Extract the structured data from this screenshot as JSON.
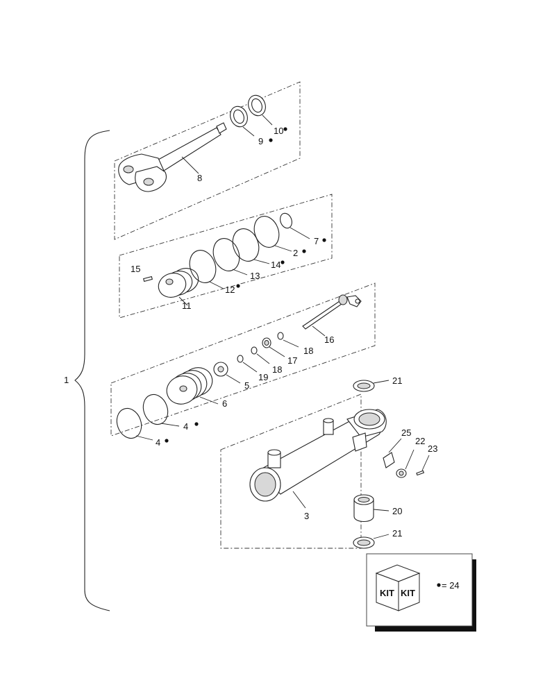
{
  "callouts": {
    "c1": "1",
    "c2": "2",
    "c3": "3",
    "c4a": "4",
    "c4b": "4",
    "c5": "5",
    "c6": "6",
    "c7": "7",
    "c8": "8",
    "c9": "9",
    "c10": "10",
    "c11": "11",
    "c12": "12",
    "c13": "13",
    "c14": "14",
    "c15": "15",
    "c16": "16",
    "c17": "17",
    "c18a": "18",
    "c18b": "18",
    "c19": "19",
    "c20": "20",
    "c21a": "21",
    "c21b": "21",
    "c22": "22",
    "c23": "23",
    "c25": "25"
  },
  "kit_box": {
    "cube_label_left": "KIT",
    "cube_label_right": "KIT",
    "legend_text": "= 24"
  },
  "kit_marker_color": "#111111"
}
